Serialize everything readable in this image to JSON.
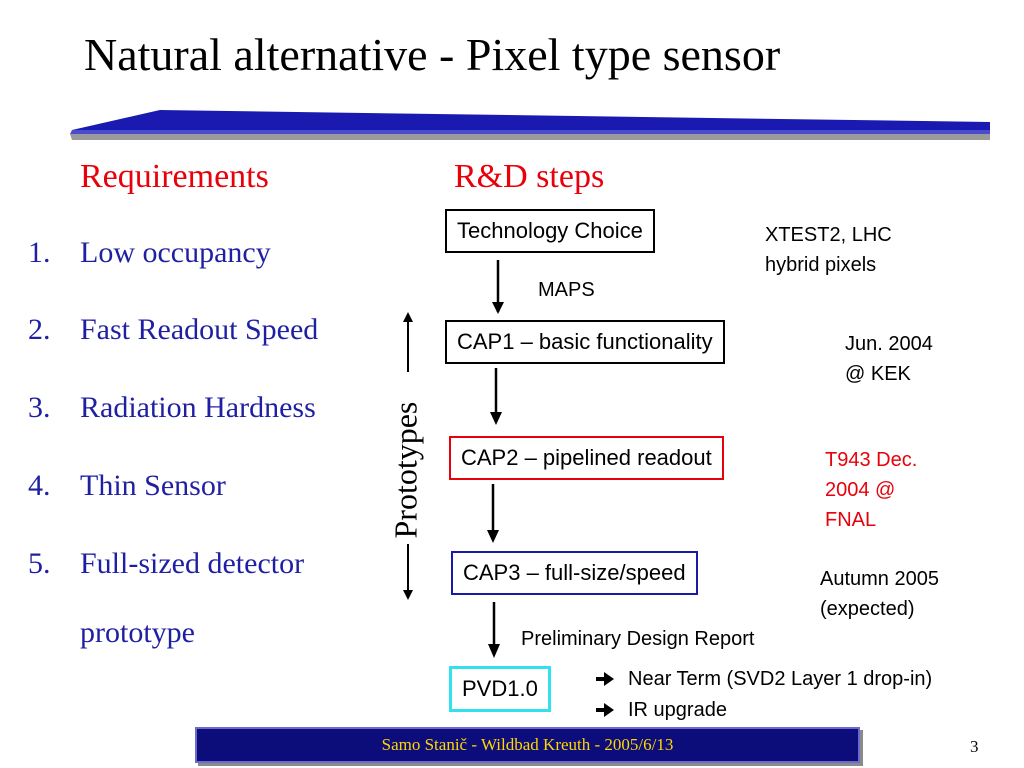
{
  "slide": {
    "title": "Natural alternative - Pixel type sensor",
    "page_number": "3",
    "footer": "Samo Stanič - Wildbad Kreuth - 2005/6/13"
  },
  "requirements": {
    "heading": "Requirements",
    "items": [
      {
        "num": "1.",
        "text": "Low occupancy"
      },
      {
        "num": "2.",
        "text": "Fast Readout Speed"
      },
      {
        "num": "3.",
        "text": "Radiation Hardness"
      },
      {
        "num": "4.",
        "text": "Thin Sensor"
      },
      {
        "num": "5.",
        "text": "Full-sized detector"
      }
    ],
    "item5_continuation": "prototype"
  },
  "rd": {
    "heading": "R&D steps",
    "prototypes_label": "Prototypes",
    "steps": [
      {
        "label": "Technology Choice",
        "border_color": "#000000"
      },
      {
        "label": "CAP1 – basic functionality",
        "border_color": "#000000"
      },
      {
        "label": "CAP2 – pipelined readout",
        "border_color": "#e8000b"
      },
      {
        "label": "CAP3 – full-size/speed",
        "border_color": "#1a1aa8"
      },
      {
        "label": "PVD1.0",
        "border_color": "#33e0f0"
      }
    ],
    "arrow_labels": {
      "maps": "MAPS",
      "preliminary": "Preliminary Design Report"
    },
    "notes": {
      "tech_line1": "XTEST2, LHC",
      "tech_line2": "hybrid pixels",
      "cap1_line1": "Jun. 2004",
      "cap1_line2": "@ KEK",
      "cap2_line1": "T943 Dec.",
      "cap2_line2": "2004 @",
      "cap2_line3": "FNAL",
      "cap3_line1": "Autumn 2005",
      "cap3_line2": "(expected)",
      "pvd_line1": "Near Term (SVD2 Layer 1 drop-in)",
      "pvd_line2": "IR upgrade"
    }
  },
  "colors": {
    "heading_red": "#e8000b",
    "list_blue": "#1f1fa3",
    "footer_bg": "#0c0c7a",
    "footer_text": "#ffd800"
  }
}
